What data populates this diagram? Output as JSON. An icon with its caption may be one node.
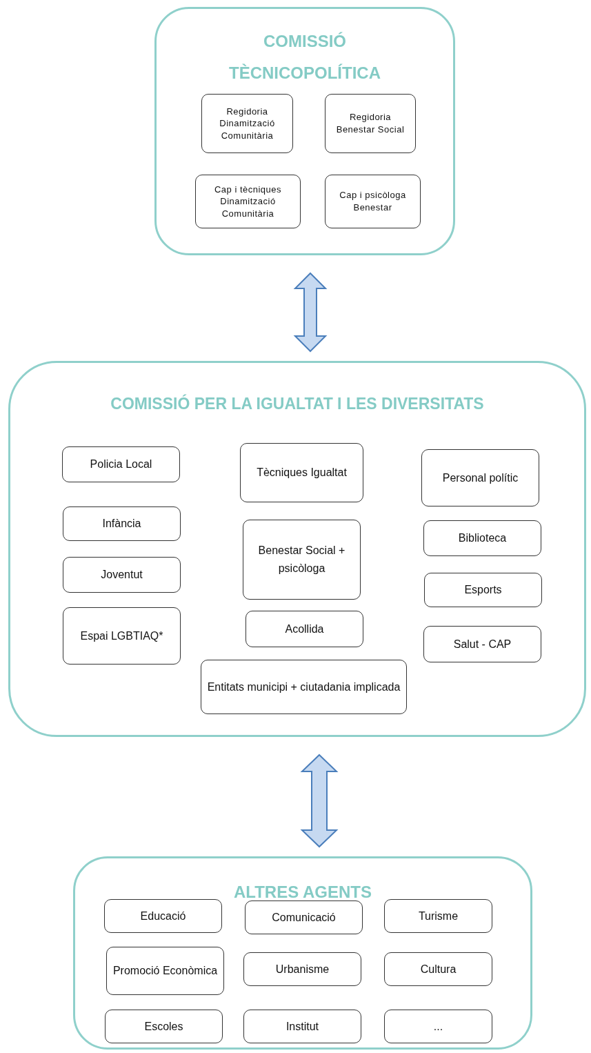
{
  "diagram": {
    "nodes": [
      {
        "text": [
          "COMISSIÓ TÈCNICOPOLÍTICA"
        ]
      },
      {
        "text": [
          "Regidoria Dinamització Comunitària"
        ],
        "in": 0
      },
      {
        "text": [
          "Regidoria Benestar Social"
        ],
        "in": 0
      },
      {
        "text": [
          "Cap i tècniques Dinamització Comunitària"
        ],
        "in": 0
      },
      {
        "text": [
          "Cap i psicòloga Benestar"
        ],
        "in": 0
      },
      {
        "text": [
          "COMISSIÓ PER LA IGUALTAT I LES DIVERSITATS"
        ]
      },
      {
        "text": [
          "Policia Local"
        ],
        "in": 5
      },
      {
        "text": [
          "Tècniques Igualtat"
        ],
        "in": 5
      },
      {
        "text": [
          "Personal polític"
        ],
        "in": 5
      },
      {
        "text": [
          "Infància"
        ],
        "in": 5
      },
      {
        "text": [
          "Benestar Social + psicòloga"
        ],
        "in": 5
      },
      {
        "text": [
          "Biblioteca"
        ],
        "in": 5
      },
      {
        "text": [
          "Joventut"
        ],
        "in": 5
      },
      {
        "text": [
          "Esports"
        ],
        "in": 5
      },
      {
        "text": [
          "Espai LGBTIAQ*"
        ],
        "in": 5
      },
      {
        "text": [
          "Acollida"
        ],
        "in": 5
      },
      {
        "text": [
          "Salut - CAP"
        ],
        "in": 5
      },
      {
        "text": [
          "Entitats municipi + ciutadania implicada"
        ],
        "in": 5
      },
      {
        "text": [
          "ALTRES AGENTS"
        ]
      },
      {
        "text": [
          "Educació"
        ],
        "in": 18
      },
      {
        "text": [
          "Comunicació"
        ],
        "in": 18
      },
      {
        "text": [
          "Turisme"
        ],
        "in": 18
      },
      {
        "text": [
          "Promoció Econòmica"
        ],
        "in": 18
      },
      {
        "text": [
          "Urbanisme"
        ],
        "in": 18
      },
      {
        "text": [
          "Cultura"
        ],
        "in": 18
      },
      {
        "text": [
          "Escoles"
        ],
        "in": 18
      },
      {
        "text": [
          "Institut"
        ],
        "in": 18
      },
      {
        "text": [
          "..."
        ],
        "in": 18
      }
    ],
    "edges": [
      {
        "from": 0,
        "to": 5,
        "arrow": "both"
      },
      {
        "from": 5,
        "to": 18,
        "arrow": "both"
      }
    ]
  }
}
